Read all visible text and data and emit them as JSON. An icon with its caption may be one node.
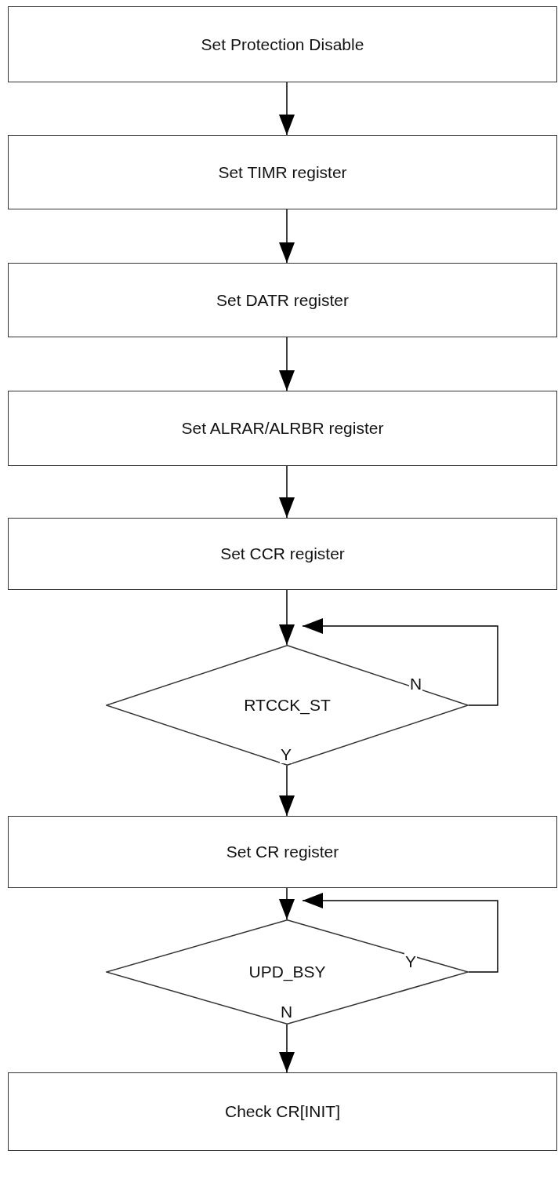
{
  "diagram": {
    "nodes": [
      {
        "text": [
          "Set Protection Disable"
        ]
      },
      {
        "text": [
          "Set TIMR register"
        ]
      },
      {
        "text": [
          "Set DATR register"
        ]
      },
      {
        "text": [
          "Set ALRAR/ALRBR register"
        ]
      },
      {
        "text": [
          "Set CCR register"
        ]
      },
      {
        "text": [
          "RTCCK_ST"
        ]
      },
      {
        "text": [
          "Set CR register"
        ]
      },
      {
        "text": [
          "UPD_BSY"
        ]
      },
      {
        "text": [
          "Check CR[INIT]"
        ]
      }
    ],
    "edges": [
      {
        "from": 0,
        "to": 1,
        "arrow": "to"
      },
      {
        "from": 1,
        "to": 2,
        "arrow": "to"
      },
      {
        "from": 2,
        "to": 3,
        "arrow": "to"
      },
      {
        "from": 3,
        "to": 4,
        "arrow": "to"
      },
      {
        "from": 4,
        "to": 5,
        "arrow": "to"
      },
      {
        "from": 5,
        "to": 5,
        "arrow": "to",
        "label": "N"
      },
      {
        "from": 5,
        "to": 6,
        "arrow": "to",
        "label": "Y"
      },
      {
        "from": 6,
        "to": 7,
        "arrow": "to"
      },
      {
        "from": 7,
        "to": 7,
        "arrow": "to",
        "label": "Y"
      },
      {
        "from": 7,
        "to": 8,
        "arrow": "to",
        "label": "N"
      }
    ]
  }
}
